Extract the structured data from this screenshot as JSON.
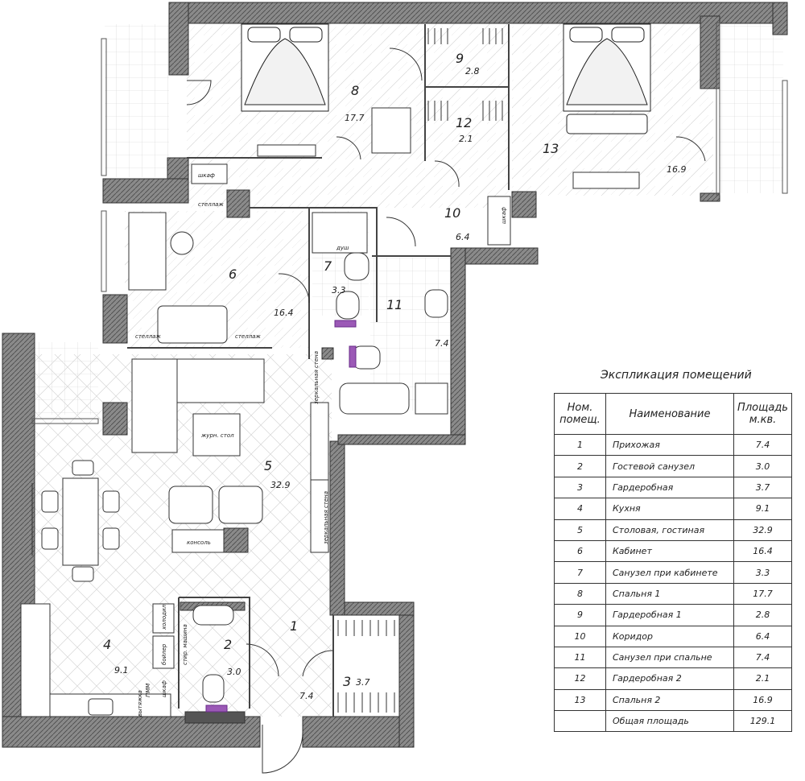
{
  "rooms": [
    {
      "num": "1",
      "area": "7.4"
    },
    {
      "num": "2",
      "area": "3.0"
    },
    {
      "num": "3",
      "area": "3.7"
    },
    {
      "num": "4",
      "area": "9.1"
    },
    {
      "num": "5",
      "area": "32.9"
    },
    {
      "num": "6",
      "area": "16.4"
    },
    {
      "num": "7",
      "area": "3.3"
    },
    {
      "num": "8",
      "area": "17.7"
    },
    {
      "num": "9",
      "area": "2.8"
    },
    {
      "num": "10",
      "area": "6.4"
    },
    {
      "num": "11",
      "area": "7.4"
    },
    {
      "num": "12",
      "area": "2.1"
    },
    {
      "num": "13",
      "area": "16.9"
    }
  ],
  "furniture_labels": {
    "wardrobe1": "шкаф",
    "wardrobe2": "шкаф",
    "rack1": "стеллаж",
    "rack2": "стеллаж",
    "rack3": "стеллаж",
    "shower": "душ",
    "coffee_table": "журн. стол",
    "console": "консоль",
    "mirror_wall1": "зеркальная стена",
    "mirror_wall2": "зеркальная стена",
    "fridge": "холодил.",
    "boiler": "бойлер",
    "washer": "стир. машина",
    "cabinet": "шкаф",
    "dishwasher": "ПММ",
    "hood": "вытяжка"
  },
  "legend": {
    "title": "Экспликация помещений",
    "headers": {
      "num": "Ном. помещ.",
      "name": "Наименование",
      "area": "Площадь м.кв."
    },
    "rows": [
      {
        "num": "1",
        "name": "Прихожая",
        "area": "7.4"
      },
      {
        "num": "2",
        "name": "Гостевой санузел",
        "area": "3.0"
      },
      {
        "num": "3",
        "name": "Гардеробная",
        "area": "3.7"
      },
      {
        "num": "4",
        "name": "Кухня",
        "area": "9.1"
      },
      {
        "num": "5",
        "name": "Столовая, гостиная",
        "area": "32.9"
      },
      {
        "num": "6",
        "name": "Кабинет",
        "area": "16.4"
      },
      {
        "num": "7",
        "name": "Санузел при кабинете",
        "area": "3.3"
      },
      {
        "num": "8",
        "name": "Спальня 1",
        "area": "17.7"
      },
      {
        "num": "9",
        "name": "Гардеробная 1",
        "area": "2.8"
      },
      {
        "num": "10",
        "name": "Коридор",
        "area": "6.4"
      },
      {
        "num": "11",
        "name": "Санузел при спальне",
        "area": "7.4"
      },
      {
        "num": "12",
        "name": "Гардеробная 2",
        "area": "2.1"
      },
      {
        "num": "13",
        "name": "Спальня 2",
        "area": "16.9"
      }
    ],
    "total": {
      "num": "",
      "name": "Общая площадь",
      "area": "129.1"
    }
  },
  "colors": {
    "wall": "#7a7a7a",
    "ink": "#222222",
    "accent": "#9b59b6"
  }
}
